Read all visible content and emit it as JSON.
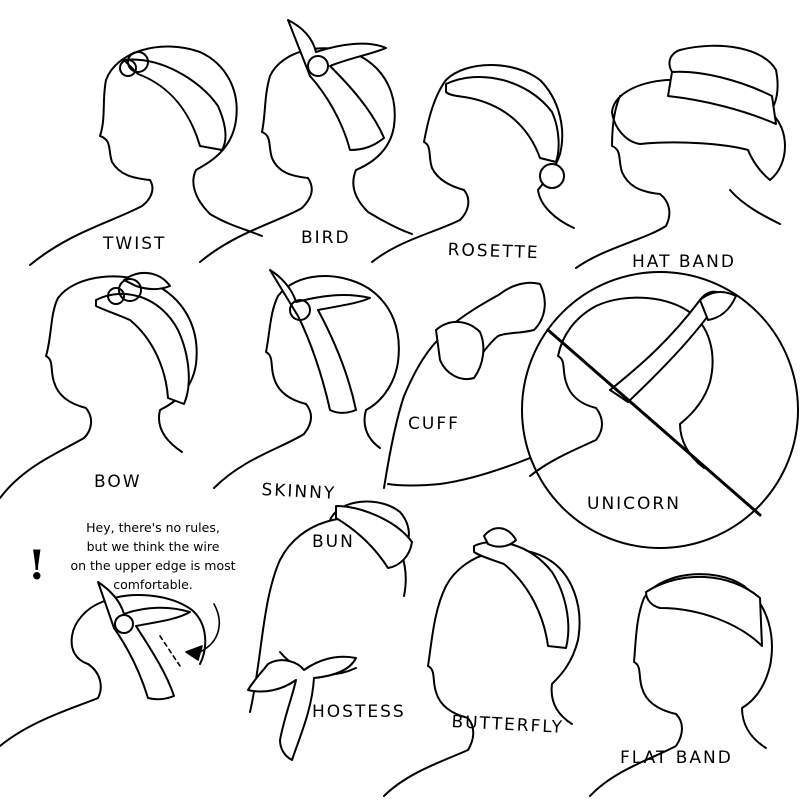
{
  "styles": [
    {
      "id": "twist",
      "label": "TWIST"
    },
    {
      "id": "bird",
      "label": "BIRD"
    },
    {
      "id": "rosette",
      "label": "ROSETTE"
    },
    {
      "id": "hat-band",
      "label": "HAT BAND"
    },
    {
      "id": "bow",
      "label": "BOW"
    },
    {
      "id": "skinny",
      "label": "SKINNY"
    },
    {
      "id": "cuff",
      "label": "CUFF"
    },
    {
      "id": "unicorn",
      "label": "UNICORN"
    },
    {
      "id": "bun",
      "label": "BUN"
    },
    {
      "id": "hostess",
      "label": "HOSTESS"
    },
    {
      "id": "butterfly",
      "label": "BUTTERFLY"
    },
    {
      "id": "flat-band",
      "label": "FLAT BAND"
    }
  ],
  "tip": {
    "mark": "!",
    "lines": [
      "Hey, there's no rules,",
      "but we think the wire",
      "on the upper edge is most",
      "comfortable."
    ]
  },
  "unicorn_crossed_out": true,
  "colors": {
    "ink": "#000000",
    "paper": "#ffffff"
  }
}
